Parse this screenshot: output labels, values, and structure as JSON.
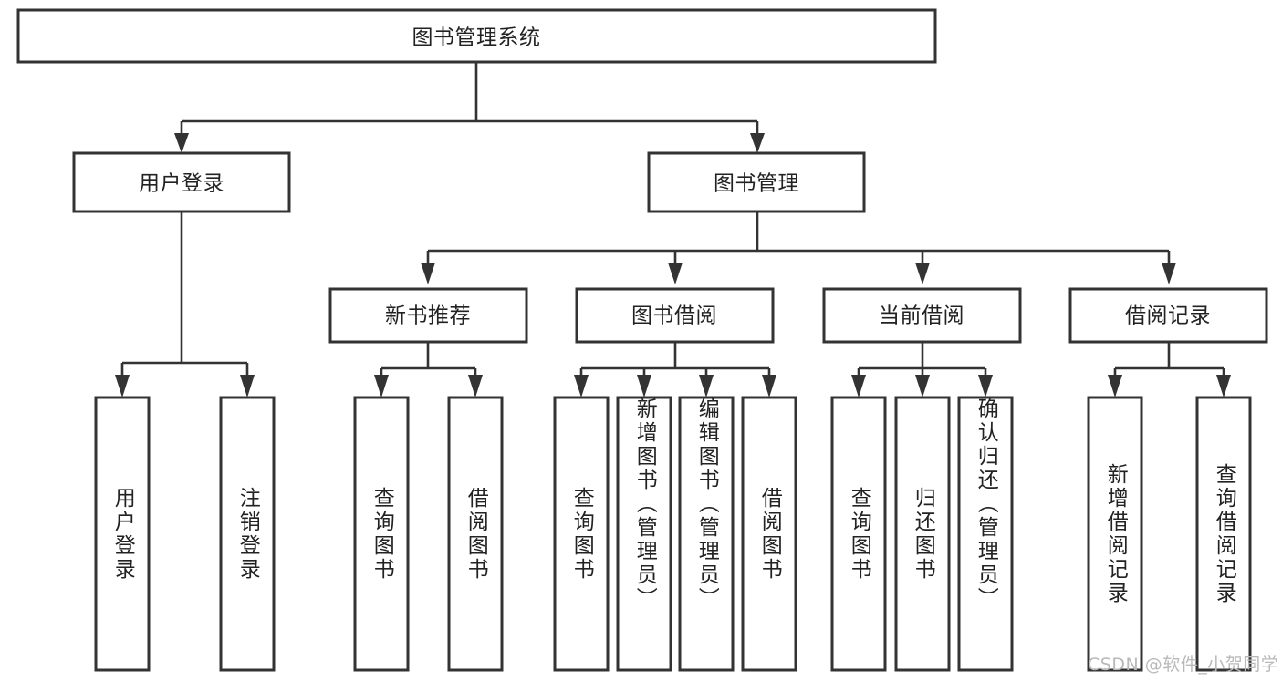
{
  "diagram": {
    "type": "tree",
    "title": "图书管理系统",
    "watermark": "CSDN @软件_小贺同学",
    "colors": {
      "box_stroke": "#333333",
      "box_fill": "#ffffff",
      "connector": "#333333",
      "text": "#222222",
      "background": "#ffffff",
      "watermark": "#b9b9b9"
    },
    "levels": {
      "root": {
        "label": "图书管理系统"
      },
      "level2": [
        {
          "label": "用户登录"
        },
        {
          "label": "图书管理"
        }
      ],
      "level3": [
        {
          "label": "新书推荐"
        },
        {
          "label": "图书借阅"
        },
        {
          "label": "当前借阅"
        },
        {
          "label": "借阅记录"
        }
      ],
      "leaves": {
        "user_login": [
          {
            "label": "用户登录"
          },
          {
            "label": "注销登录"
          }
        ],
        "new_book_recommend": [
          {
            "label": "查询图书"
          },
          {
            "label": "借阅图书"
          }
        ],
        "book_borrow": [
          {
            "label": "查询图书"
          },
          {
            "label": "新增图书（管理员）"
          },
          {
            "label": "编辑图书（管理员）"
          },
          {
            "label": "借阅图书"
          }
        ],
        "current_borrow": [
          {
            "label": "查询图书"
          },
          {
            "label": "归还图书"
          },
          {
            "label": "确认归还（管理员）"
          }
        ],
        "borrow_record": [
          {
            "label": "新增借阅记录"
          },
          {
            "label": "查询借阅记录"
          }
        ]
      }
    }
  }
}
